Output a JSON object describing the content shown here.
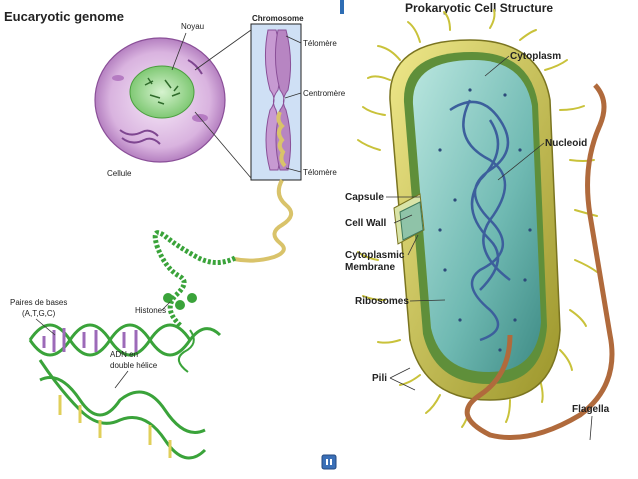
{
  "eukaryote": {
    "title": "Eucaryotic genome",
    "labels": {
      "nucleus": "Noyau",
      "chromosome": "Chromosome",
      "telomere_top": "Télomère",
      "centromere": "Centromère",
      "telomere_bottom": "Télomère",
      "cell": "Cellule",
      "base_pairs_line1": "Paires de bases",
      "base_pairs_line2": "(A,T,G,C)",
      "histones": "Histones",
      "dna_line1": "ADN en",
      "dna_line2": "double hélice"
    }
  },
  "prokaryote": {
    "title": "Prokaryotic Cell Structure",
    "labels": {
      "cytoplasm": "Cytoplasm",
      "nucleoid": "Nucleoid",
      "capsule": "Capsule",
      "cell_wall": "Cell Wall",
      "cyto_membrane_line1": "Cytoplasmic",
      "cyto_membrane_line2": "Membrane",
      "ribosomes": "Ribosomes",
      "pili": "Pili",
      "flagella": "Flagella"
    }
  },
  "player": {
    "pause_icon": "pause-icon"
  },
  "colors": {
    "accent_bar": "#2e6db4",
    "chromosome_panel": "#cfe0f5",
    "cell_purple": "#c79ad2",
    "nucleus_green": "#9fd69a",
    "dna_green": "#3aa33a",
    "capsule_yellow": "#c9c23a",
    "cytoplasm_teal": "#7fc7c0",
    "nucleoid_blue": "#3c5f9c",
    "flagella_brown": "#b06a3c"
  }
}
